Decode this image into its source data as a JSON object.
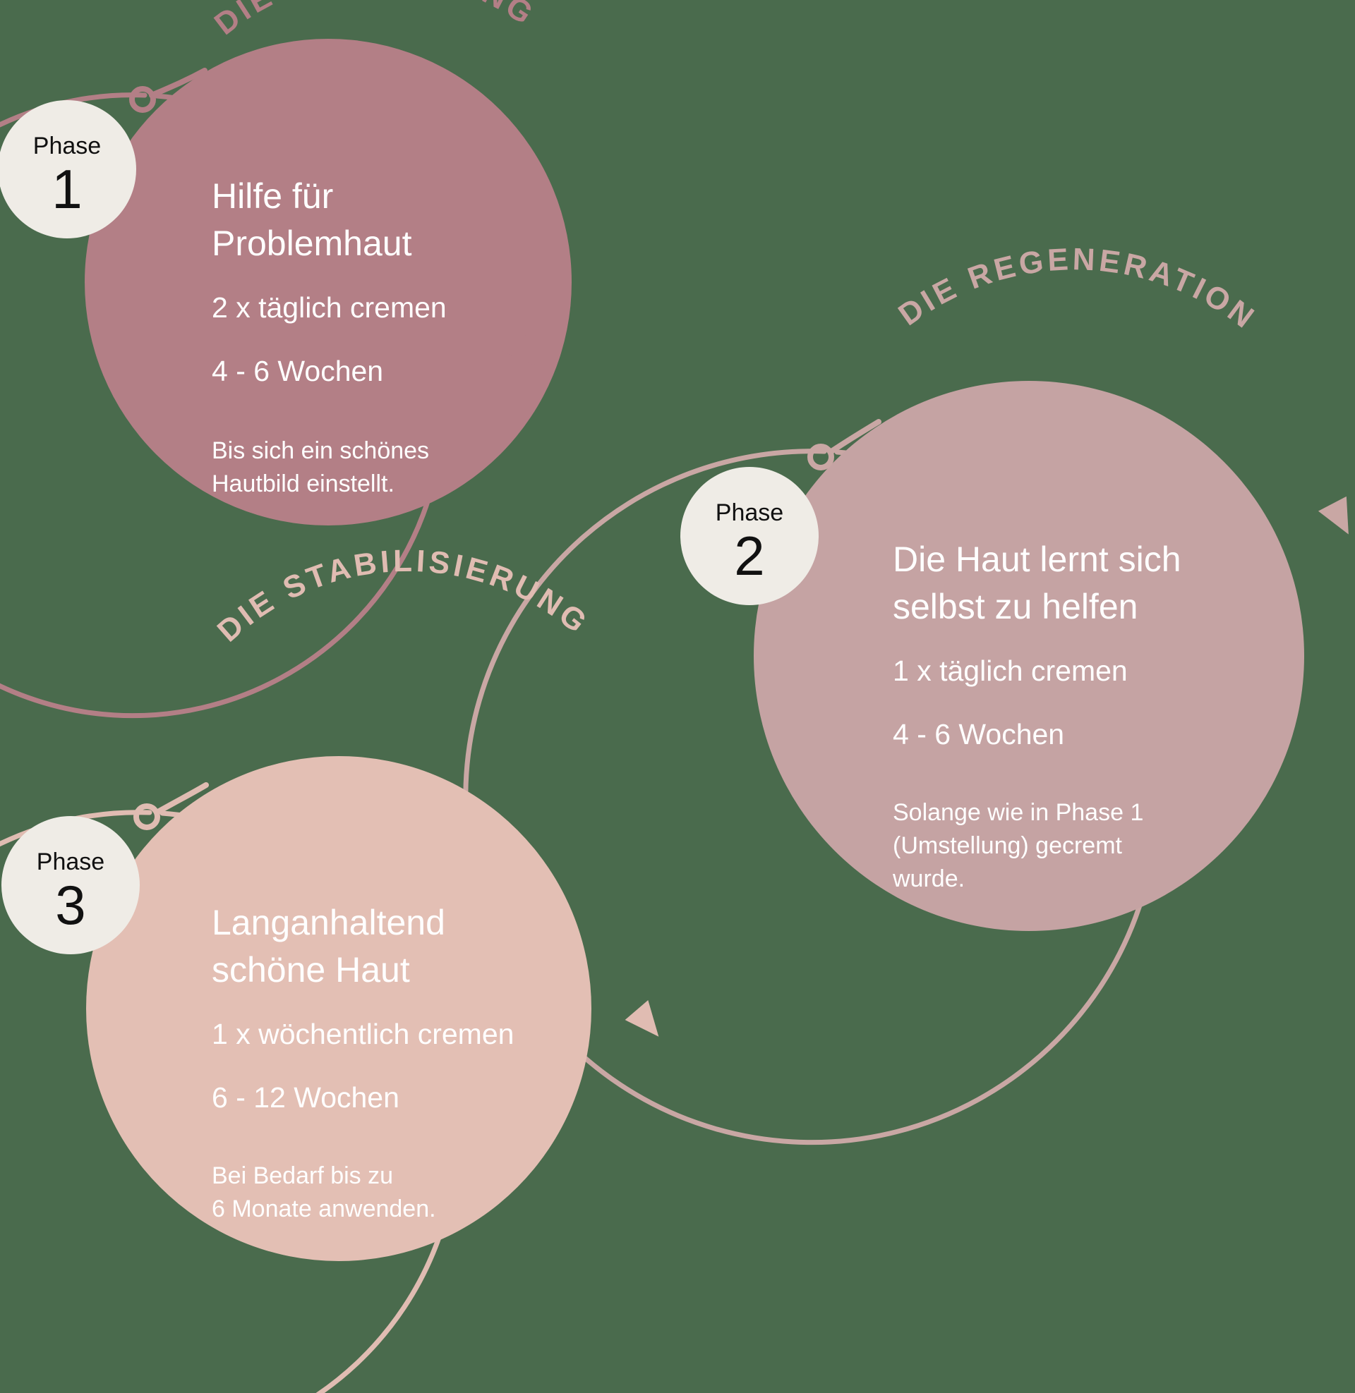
{
  "background_color": "#4a6b4d",
  "badge_bg_color": "#efece6",
  "badge_text_color": "#111111",
  "body_text_color": "#ffffff",
  "phases": [
    {
      "badge_label": "Phase",
      "badge_number": "1",
      "arc_label": "DIE UMSTELLUNG",
      "fill_color": "#b37f86",
      "ring_color": "#b37f86",
      "heading_line_1": "Hilfe für",
      "heading_line_2": "Problemhaut",
      "detail_1": "2 x täglich cremen",
      "detail_2": "4 - 6 Wochen",
      "note_line_1": "Bis sich ein schönes",
      "note_line_2": "Hautbild einstellt.",
      "note_line_3": "",
      "note_line_4": ""
    },
    {
      "badge_label": "Phase",
      "badge_number": "2",
      "arc_label": "DIE REGENERATION",
      "fill_color": "#c5a3a3",
      "ring_color": "#c9a7a4",
      "heading_line_1": "Die Haut lernt sich",
      "heading_line_2": "selbst zu helfen",
      "detail_1": "1 x täglich cremen",
      "detail_2": "4 - 6 Wochen",
      "note_line_1": "Solange wie in Phase 1",
      "note_line_2": "(Umstellung) gecremt",
      "note_line_3": "wurde.",
      "note_line_4": ""
    },
    {
      "badge_label": "Phase",
      "badge_number": "3",
      "arc_label": "DIE STABILISIERUNG",
      "fill_color": "#e3bfb4",
      "ring_color": "#e0bcb2",
      "heading_line_1": "Langanhaltend",
      "heading_line_2": "schöne Haut",
      "detail_1": "1 x wöchentlich cremen",
      "detail_2": "6 - 12 Wochen",
      "note_line_1": "Bei Bedarf bis zu",
      "note_line_2": "6 Monate anwenden.",
      "note_line_3": "",
      "note_line_4": ""
    }
  ]
}
